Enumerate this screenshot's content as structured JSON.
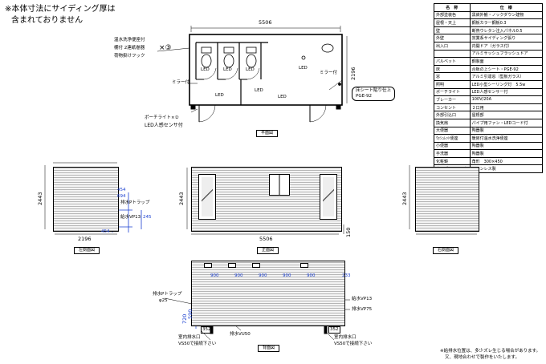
{
  "notes": {
    "top_left_line1": "※本体寸法にサイディング厚は",
    "top_left_line2": "含まれておりません",
    "bottom_right_line1": "※給排水位置は、多少ズレ生じる場合があります。",
    "bottom_right_line2": "又、現地合わせで製作をいたします。"
  },
  "spec_table": {
    "header_name": "名　称",
    "header_spec": "仕　様",
    "rows": [
      {
        "name": "外部塗装色",
        "spec": "黒鉄外観・ノックダウン建物"
      },
      {
        "name": "屋根・天上",
        "spec": "鋼板カラー鋼板0.3"
      },
      {
        "name": "壁",
        "spec": "断熱ウレタン注入パネル0.5"
      },
      {
        "name": "外壁",
        "spec": "窯業系サイディング張り"
      },
      {
        "name": "出入口",
        "spec": "内開ドア（ガラス付）"
      },
      {
        "name": "",
        "spec": "アルミサッシュフラッシュドア"
      },
      {
        "name": "パルベット",
        "spec": "鋼製面"
      },
      {
        "name": "床",
        "spec": "合板の上シート・PGE-92"
      },
      {
        "name": "窓",
        "spec": "アルミ引違窓（型板ガラス）"
      },
      {
        "name": "照明",
        "spec": "LED小型シーリング灯　5.5w"
      },
      {
        "name": "ポーチライト",
        "spec": "LED人感センサー付"
      },
      {
        "name": "ブレーカー",
        "spec": "100V/20A"
      },
      {
        "name": "コンセント",
        "spec": "２口用"
      },
      {
        "name": "外部引込口",
        "spec": "屋根部"
      },
      {
        "name": "換気扇",
        "spec": "パイプ用ファン・LEDコード付"
      },
      {
        "name": "大便器",
        "spec": "陶器製"
      },
      {
        "name": "ｳｫｼｭﾚｯﾄ便座",
        "spec": "暖房付温水洗浄便座"
      },
      {
        "name": "小便器",
        "spec": "陶器製"
      },
      {
        "name": "手洗器",
        "spec": "陶器製"
      },
      {
        "name": "化粧鏡",
        "spec": "角形　300×450"
      },
      {
        "name": "タンブラーフック",
        "spec": "ステンレス製"
      }
    ]
  },
  "plan": {
    "width_dim": "5506",
    "depth_dim": "2196",
    "caption": "平面図",
    "callout_fixtures_line1": "温水洗浄便座付",
    "callout_fixtures_line2": "棚付 2連紙巻器",
    "callout_fixtures_line3": "荷物掛けフック",
    "callout_fixtures_count": "×③",
    "mirror_left": "ミラー付",
    "mirror_right": "ミラー付",
    "porch_light_line1": "ポーチライト×②",
    "porch_light_line2": "LED人感センサ付",
    "floor_callout_line1": "床シート貼り仕上",
    "floor_callout_line2": "PGE-92",
    "led_labels": [
      "LED",
      "LED",
      "LED",
      "LED",
      "LED",
      "LED",
      "LED"
    ]
  },
  "left_elev": {
    "caption": "左側面図",
    "width_dim": "2196",
    "height_dim": "2443",
    "dim_a": "454",
    "dim_b": "694",
    "dim_c": "245",
    "dim_d": "454",
    "trap_label": "排水Pトラップ",
    "drain_label": "給水VP13"
  },
  "front_elev": {
    "caption": "正面図",
    "width_dim": "5506",
    "height_dim": "2443",
    "base_dim": "150"
  },
  "right_elev": {
    "caption": "右側面図",
    "height_dim": "2443"
  },
  "rear_elev": {
    "caption": "背面図",
    "top_dims": [
      "900",
      "900",
      "900",
      "900",
      "900"
    ],
    "dim_left_a": "720",
    "dim_left_b": "590",
    "dim_right": "233",
    "dim_b1": "352",
    "dim_b2": "352",
    "trap_label_line1": "排水Pトラップ",
    "trap_label_line2": "φ25",
    "vu50": "排水VU50",
    "vp13": "給水VP13",
    "vp75": "排水VP75",
    "outlet_left_line1": "室内排水口",
    "outlet_left_line2": "VS50で接続下さい",
    "outlet_right_line1": "室内排水口",
    "outlet_right_line2": "VS50で接続下さい"
  }
}
